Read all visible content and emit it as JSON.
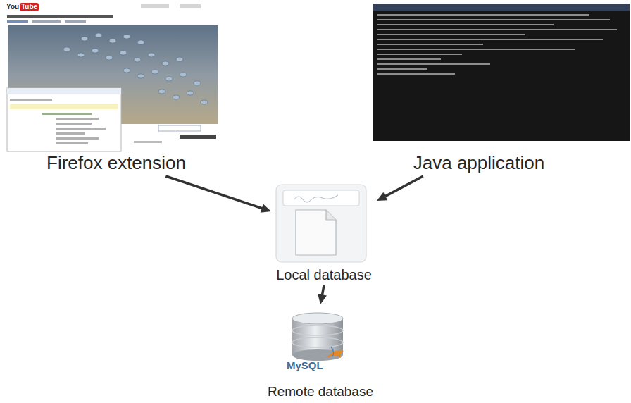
{
  "diagram": {
    "nodes": [
      {
        "text": [
          "Firefox extension"
        ]
      },
      {
        "text": [
          "Java application"
        ]
      },
      {
        "text": [
          "Local database"
        ]
      },
      {
        "text": [
          "Remote database"
        ]
      }
    ],
    "edges": [
      {
        "from": 0,
        "to": 2,
        "arrow": "to"
      },
      {
        "from": 1,
        "to": 2,
        "arrow": "to"
      },
      {
        "from": 2,
        "to": 3,
        "arrow": "to"
      }
    ],
    "labels": [
      "You",
      "Tube",
      "MySQL"
    ]
  }
}
